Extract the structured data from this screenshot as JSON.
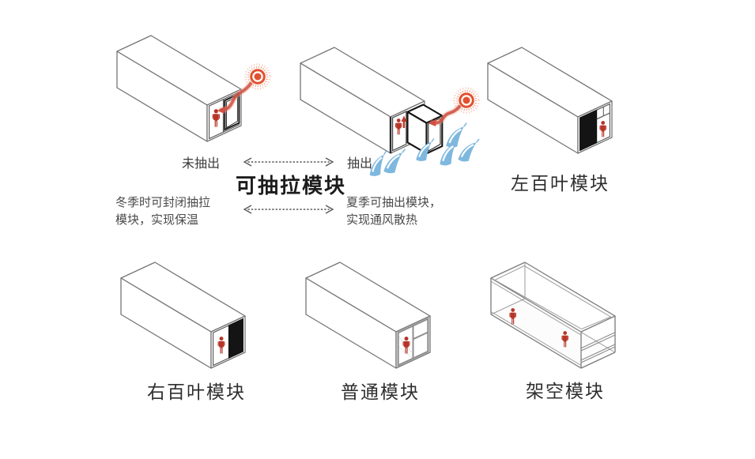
{
  "diagram": {
    "title": "可抽拉模块",
    "top_row": {
      "closed_state_label": "未抽出",
      "open_state_label": "抽出",
      "left_louver_label": "左百叶模块"
    },
    "bottom_row": {
      "right_louver_label": "右百叶模块",
      "ordinary_label": "普通模块",
      "elevated_label": "架空模块"
    },
    "notes": {
      "winter_line1": "冬季时可封闭抽拉",
      "winter_line2": "模块，实现保温",
      "summer_line1": "夏季可抽出模块，",
      "summer_line2": "实现通风散热"
    },
    "icons": {
      "sun": "heat-sun-icon",
      "wind": "airflow-gust-icon",
      "person": "person-figure-icon",
      "double_arrow": "dotted-double-arrow"
    },
    "colors": {
      "background": "#ffffff",
      "line_gray": "#757575",
      "panel_black": "#141414",
      "person_red": "#b63527",
      "sun_red": "#e2512e",
      "heat_arrow_red": "#cf5143",
      "wind_blue": "#7fb8de",
      "text_dark": "#2e2e2e",
      "text_note": "#4a4a4a"
    }
  }
}
